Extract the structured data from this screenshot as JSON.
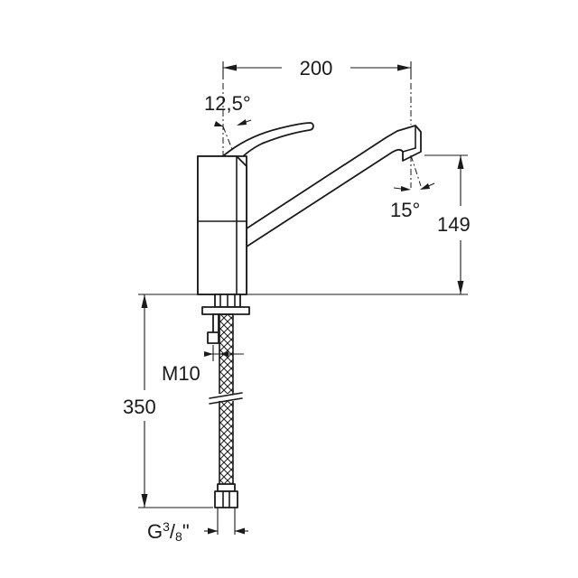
{
  "dimensions": {
    "spout_reach": "200",
    "lever_angle": "12,5°",
    "spout_angle": "15°",
    "spout_height": "149",
    "hose_length": "350",
    "thread_size": "M10",
    "connection_prefix": "G",
    "connection_sup": "3",
    "connection_sep": "/",
    "connection_sub": "8",
    "connection_suffix": "\""
  },
  "colors": {
    "line": "#1a1a1a",
    "background": "#ffffff"
  }
}
